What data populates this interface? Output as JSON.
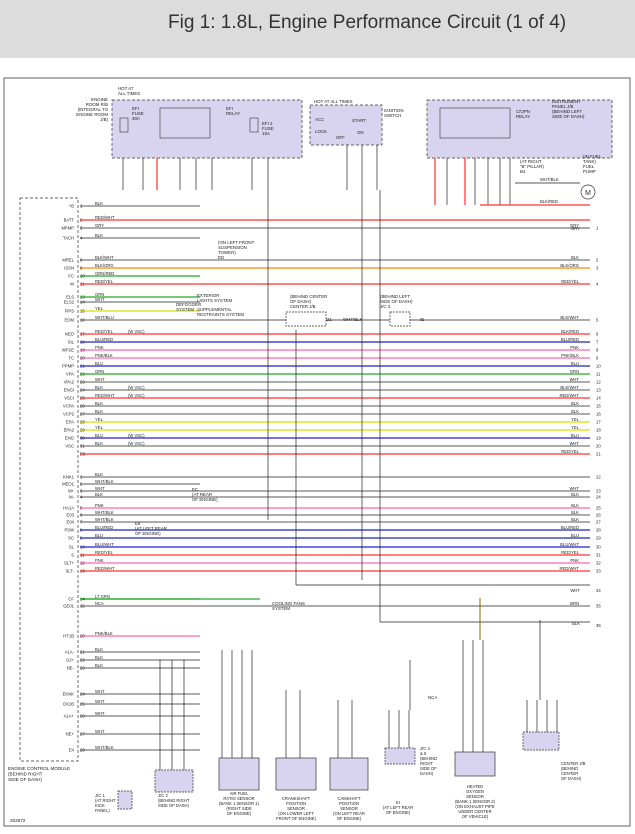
{
  "title": "Fig 1: 1.8L, Engine Performance Circuit (1 of 4)",
  "figure_id": "252672",
  "colors": {
    "red": "#ff3030",
    "blue": "#2222cc",
    "green": "#22aa22",
    "yellow": "#dddd00",
    "pink": "#ff66aa",
    "purple": "#8855bb",
    "gray": "#999999",
    "orange": "#ff8800",
    "relay_fill": "#d8d4f0"
  },
  "relays": {
    "efi": {
      "title_lines": [
        "ENGINE",
        "ROOM R/B",
        "(INTEGRAL TO",
        "ENGINE ROOM",
        "J/B)"
      ],
      "hot": [
        "HOT AT",
        "ALL TIMES"
      ],
      "fuse1": [
        "EFI",
        "FUSE",
        "30A"
      ],
      "relay": [
        "EFI",
        "RELAY"
      ],
      "fuse2": [
        "EFI 2",
        "FUSE",
        "15A"
      ]
    },
    "ignition": {
      "hot": "HOT AT ALL TIMES",
      "switch": [
        "IGNITION",
        "SWITCH"
      ],
      "acc": "ACC",
      "lock": "LOCK",
      "off": "OFF",
      "start": "START",
      "on": "ON"
    },
    "circuit_opening": {
      "relay": [
        "C/OPN",
        "RELAY"
      ],
      "panel": [
        "INSTRUMENT",
        "PANEL J/B",
        "(BEHIND LEFT",
        "SIDE OF DASH)"
      ],
      "pillar": [
        "(AT RIGHT",
        "\"B\" PILLAR)",
        "B4"
      ],
      "pump": [
        "(IN FUEL",
        "TANK)",
        "FUEL",
        "PUMP"
      ]
    }
  },
  "ecm": {
    "label_lines": [
      "ENGINE CONTROL MODULE",
      "(BEHIND RIGHT",
      "SIDE OF DASH)"
    ],
    "pins": [
      {
        "name": "+B",
        "num": "1",
        "wire": "BLK"
      },
      {
        "name": "BATT",
        "num": "2",
        "wire": "RED/WHT",
        "right": "",
        "color": "red"
      },
      {
        "name": "MPMP",
        "num": "3",
        "wire": "GRY",
        "right": "GRY",
        "wnum": "1"
      },
      {
        "name": "TACH",
        "num": "4",
        "wire": "BLK"
      },
      {
        "name": "MREL",
        "num": "8",
        "wire": "BLK/WHT",
        "right": "BLK",
        "wnum": "2"
      },
      {
        "name": "ISSN",
        "num": "9",
        "wire": "BLK/ORG",
        "right": "BLK/ORG",
        "wnum": "3",
        "color": "orange"
      },
      {
        "name": "FC",
        "num": "10",
        "wire": "GRN/RED",
        "color": "green"
      },
      {
        "name": "W",
        "num": "11",
        "wire": "RED/YEL",
        "right": "RED/YEL",
        "wnum": "4",
        "color": "red"
      },
      {
        "name": "ELS",
        "num": "13",
        "wire": "GRN",
        "color": "green"
      },
      {
        "name": "ELS2",
        "num": "14",
        "wire": "WHT"
      },
      {
        "name": "FIPS",
        "num": "15",
        "wire": "YEL",
        "color": "yellow"
      },
      {
        "name": "EOM",
        "num": "16",
        "wire": "WHT/BLU",
        "right": "BLK/WHT",
        "wnum": "5"
      },
      {
        "name": "NEO",
        "num": "17",
        "wire": "RED/YEL",
        "extra": "(W VSC)",
        "right": "BLK/RED",
        "wnum": "6",
        "color": "red"
      },
      {
        "name": "SIL",
        "num": "18",
        "wire": "BLU/RED",
        "right": "BLU/RED",
        "wnum": "7",
        "color": "blue"
      },
      {
        "name": "WFSE",
        "num": "19",
        "wire": "PNK",
        "right": "PNK",
        "wnum": "8",
        "color": "pink"
      },
      {
        "name": "TC",
        "num": "20",
        "wire": "PNK/BLK",
        "right": "PNK/BLK",
        "wnum": "9",
        "color": "pink"
      },
      {
        "name": "PPMP",
        "num": "21",
        "wire": "BLU",
        "right": "BLU",
        "wnum": "10",
        "color": "blue"
      },
      {
        "name": "VPA",
        "num": "22",
        "wire": "GRN",
        "right": "GRN",
        "wnum": "11",
        "color": "green"
      },
      {
        "name": "VPA2",
        "num": "23",
        "wire": "WHT",
        "right": "WHT",
        "wnum": "12"
      },
      {
        "name": "ENGI",
        "num": "24",
        "wire": "BLK",
        "extra": "(W VSC)",
        "right": "BLK/WHT",
        "wnum": "13"
      },
      {
        "name": "VSCI",
        "num": "25",
        "wire": "RED/WHT",
        "extra": "(W VSC)",
        "right": "RED/WHT",
        "wnum": "14",
        "color": "red"
      },
      {
        "name": "VCPA",
        "num": "26",
        "wire": "BLK",
        "right": "BLK",
        "wnum": "15"
      },
      {
        "name": "VCP2",
        "num": "27",
        "wire": "BLK",
        "right": "BLK",
        "wnum": "16"
      },
      {
        "name": "EPA",
        "num": "28",
        "wire": "YEL",
        "right": "YEL",
        "wnum": "17",
        "color": "yellow"
      },
      {
        "name": "EPA2",
        "num": "29",
        "wire": "YEL",
        "right": "YEL",
        "wnum": "18",
        "color": "yellow"
      },
      {
        "name": "ENG",
        "num": "30",
        "wire": "BLU",
        "extra": "(W VSC)",
        "right": "BLU",
        "wnum": "19",
        "color": "blue"
      },
      {
        "name": "VSC",
        "num": "31",
        "wire": "BLK",
        "extra": "(W VSC)",
        "right": "WHT",
        "wnum": "20"
      },
      {
        "name": "",
        "num": "E6",
        "wire": "",
        "right": "RED/YEL",
        "wnum": "21",
        "color": "red"
      },
      {
        "name": "KNK1",
        "num": "1",
        "wire": "BLK",
        "right": "",
        "wnum": "22"
      },
      {
        "name": "MEO1",
        "num": "2",
        "wire": "WHT/BLK"
      },
      {
        "name": "M+",
        "num": "3",
        "wire": "WHT",
        "right": "WHT",
        "wnum": "23"
      },
      {
        "name": "M-",
        "num": "4",
        "wire": "BLK",
        "right": "BLK",
        "wnum": "24"
      },
      {
        "name": "HA1A",
        "num": "5",
        "wire": "PNK",
        "right": "BLK",
        "wnum": "25",
        "color": "pink"
      },
      {
        "name": "E03",
        "num": "6",
        "wire": "WHT/BLK",
        "right": "BLK",
        "wnum": "26"
      },
      {
        "name": "E04",
        "num": "7",
        "wire": "WHT/BLK",
        "right": "BLK",
        "wnum": "27"
      },
      {
        "name": "PSW",
        "num": "8",
        "wire": "BLU/RED",
        "right": "BLU/RED",
        "wnum": "28",
        "color": "blue"
      },
      {
        "name": "SC",
        "num": "9",
        "wire": "BLU",
        "right": "BLU",
        "wnum": "29",
        "color": "blue"
      },
      {
        "name": "SL",
        "num": "10",
        "wire": "BLU/WHT",
        "right": "BLU/WHT",
        "wnum": "30",
        "color": "blue"
      },
      {
        "name": "S",
        "num": "11",
        "wire": "RED/YEL",
        "right": "RED/YEL",
        "wnum": "31",
        "color": "red"
      },
      {
        "name": "SLT+",
        "num": "12",
        "wire": "PNK",
        "right": "PNK",
        "wnum": "32",
        "color": "pink"
      },
      {
        "name": "SLT-",
        "num": "13",
        "wire": "RED/WHT",
        "right": "RED/WHT",
        "wnum": "33",
        "color": "red"
      },
      {
        "name": "CF",
        "num": "14",
        "wire": "LT GRN",
        "color": "green"
      },
      {
        "name": "GE01",
        "num": "15",
        "wire": "NCA",
        "right": "BRN",
        "wnum": "35"
      },
      {
        "name": "HT1B",
        "num": "20",
        "wire": "PNK/BLK",
        "color": "pink"
      },
      {
        "name": "A1A-",
        "num": "21",
        "wire": "BLK"
      },
      {
        "name": "G2+",
        "num": "22",
        "wire": "BLK"
      },
      {
        "name": "NE-",
        "num": "23",
        "wire": "BLK"
      },
      {
        "name": "EKNK",
        "num": "24",
        "wire": "WHT"
      },
      {
        "name": "OX1B",
        "num": "25",
        "wire": "WHT"
      },
      {
        "name": "A1A+",
        "num": "26",
        "wire": "WHT"
      },
      {
        "name": "NE+",
        "num": "27",
        "wire": "WHT"
      },
      {
        "name": "E4",
        "num": "28",
        "wire": "WHT/BLK"
      }
    ]
  },
  "annotations": {
    "defogger": [
      "DEFOGGER",
      "SYSTEM"
    ],
    "ext_lights": [
      "EXTERIOR",
      "LIGHTS SYSTEM"
    ],
    "srs": [
      "SUPPLEMENTAL",
      "RESTRAINTS SYSTEM"
    ],
    "suspension": [
      "(ON LEFT FRONT",
      "SUSPENSION",
      "TOWER)",
      "ED"
    ],
    "center_jb": [
      "(BEHIND CENTER",
      "OF DASH)",
      "CENTER J/B"
    ],
    "jc3": [
      "(BEHIND LEFT",
      "SIDE OF DASH)",
      "J/C 3"
    ],
    "b13": "B13",
    "b21": "B21",
    "b21_wire": "WHT/BLK",
    "ie": "IE",
    "e8": [
      "E8",
      "(AT LEFT REAR",
      "OF ENGINE)"
    ],
    "ec": [
      "EC",
      "(AT REAR",
      "OF ENGINE)"
    ],
    "cooling": [
      "COOLING FANS",
      "SYSTEM"
    ],
    "gry_right": "GRY",
    "blkred_right": "BLK/RED",
    "whtblk_right": "WHT/BLK",
    "wht_34": "WHT",
    "wnum_34": "34",
    "blk_36": "BLK",
    "wnum_36": "36",
    "nca": "NCA"
  },
  "components": {
    "jc1": [
      "J/C 1",
      "(AT RIGHT",
      "KICK",
      "PANEL)"
    ],
    "jc2": [
      "J/C 2",
      "(BEHIND RIGHT",
      "SIDE OF DASH)"
    ],
    "af": [
      "AIR FUEL",
      "RATIO SENSOR",
      "(BANK 1 SENSOR 1)",
      "(RIGHT SIDE",
      "OF ENGINE)"
    ],
    "ckp": [
      "CRANKSHAFT",
      "POSITION",
      "SENSOR",
      "(ON LOWER LEFT",
      "FRONT OF ENGINE)"
    ],
    "cmp": [
      "CAMSHAFT",
      "POSITION",
      "SENSOR",
      "(ON LEFT REAR",
      "OF ENGINE)"
    ],
    "jc45": [
      "J/C 4",
      "& 5",
      "(BEHIND",
      "RIGHT",
      "SIDE OF",
      "DASH)"
    ],
    "ei": [
      "EI",
      "(AT LEFT REAR",
      "OF ENGINE)"
    ],
    "ho2s": [
      "HEATED",
      "OXYGEN",
      "SENSOR",
      "(BANK 1 SENSOR 2)",
      "(ON EXHAUST PIPE",
      "UNDER CENTER",
      "OF VEHICLE)"
    ],
    "cjb2": [
      "CENTER J/B",
      "(BEHIND",
      "CENTER",
      "OF DASH)"
    ]
  }
}
